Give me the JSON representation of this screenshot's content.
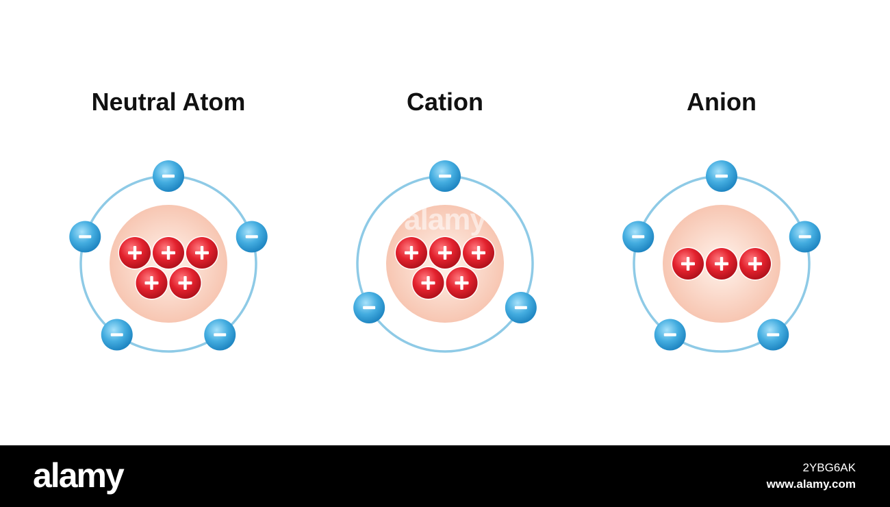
{
  "panels": [
    {
      "title": "Neutral Atom",
      "protons": 5,
      "electrons": 5
    },
    {
      "title": "Cation",
      "protons": 5,
      "electrons": 3
    },
    {
      "title": "Anion",
      "protons": 3,
      "electrons": 5
    }
  ],
  "symbols": {
    "proton": "+",
    "electron": "−"
  },
  "colors": {
    "orbit": "#8ecae6",
    "nucleus": "#f5c9b6",
    "proton": "#e0202c",
    "electron": "#3aa0d8"
  },
  "watermark": "alamy",
  "footer": {
    "logo": "alamy",
    "image_id": "2YBG6AK",
    "url": "www.alamy.com"
  }
}
